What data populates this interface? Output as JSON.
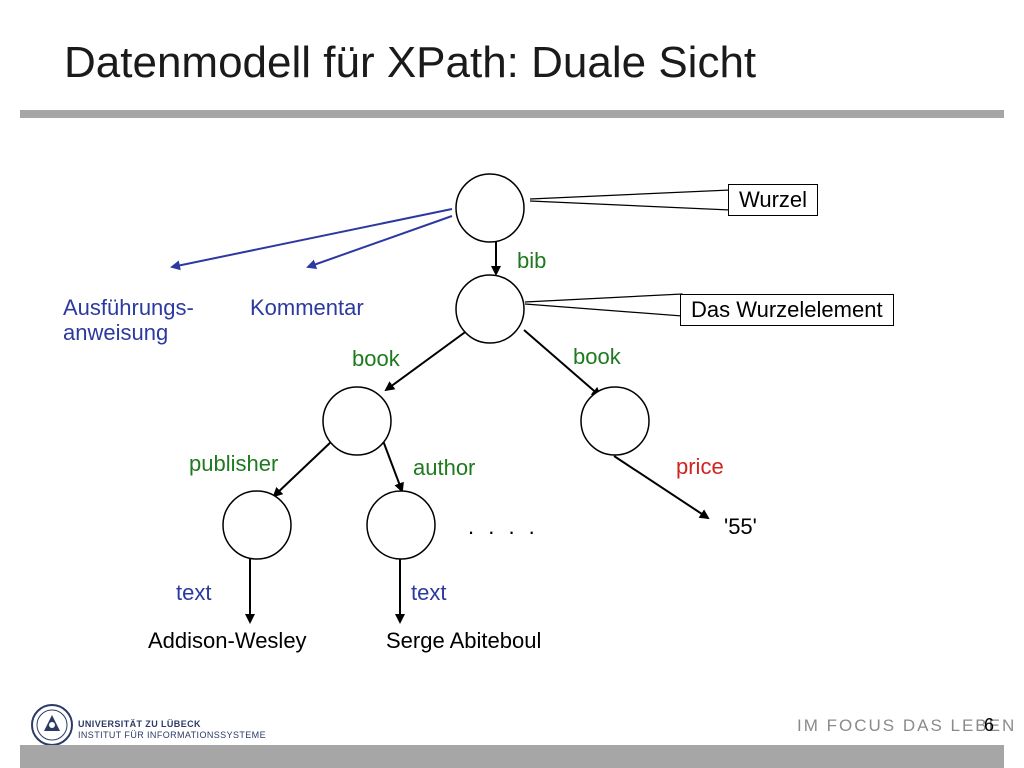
{
  "slide": {
    "title": "Datenmodell für XPath: Duale Sicht",
    "page_number": "6",
    "footer": {
      "university": "UNIVERSITÄT ZU LÜBECK",
      "institute": "INSTITUT FÜR INFORMATIONSSYSTEME",
      "slogan": "IM FOCUS DAS LEBEN"
    }
  },
  "diagram": {
    "callouts": {
      "root": "Wurzel",
      "root_element": "Das Wurzelelement"
    },
    "edge_labels": {
      "bib": "bib",
      "book_left": "book",
      "book_right": "book",
      "publisher": "publisher",
      "author": "author",
      "price": "price",
      "text_left": "text",
      "text_right": "text"
    },
    "node_types": {
      "processing_instruction": "Ausführungs-\nanweisung",
      "comment": "Kommentar"
    },
    "leaf_values": {
      "publisher_text": "Addison-Wesley",
      "author_text": "Serge Abiteboul",
      "price_value": "'55'"
    },
    "ellipsis": ". . . ."
  },
  "colors": {
    "edge_label": "#1f7a1f",
    "text_label": "#2c3aa0",
    "price_label": "#d2241e",
    "arrow_blue": "#2c3aa0"
  }
}
